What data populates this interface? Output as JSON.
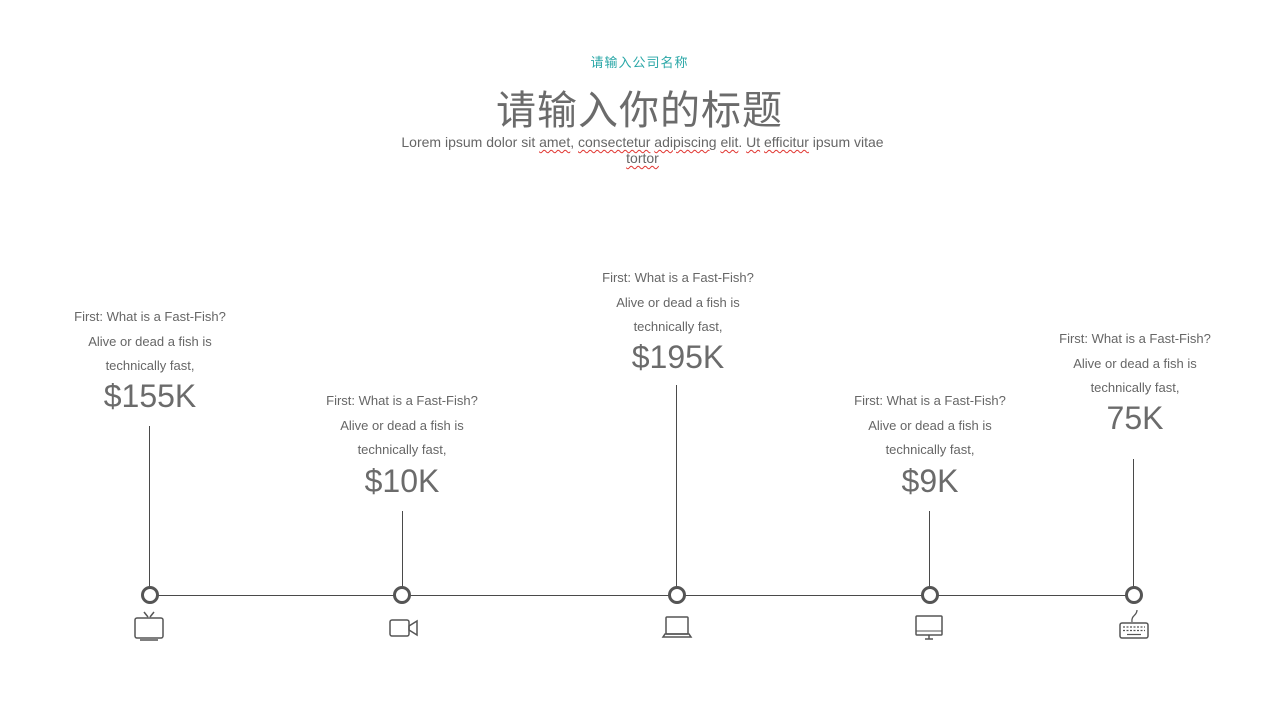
{
  "header": {
    "company": "请输入公司名称",
    "title": "请输入你的标题",
    "subtitle_parts": [
      {
        "text": "Lorem ipsum dolor sit ",
        "spell": false
      },
      {
        "text": "amet",
        "spell": true
      },
      {
        "text": ", ",
        "spell": false
      },
      {
        "text": "consectetur",
        "spell": true
      },
      {
        "text": " ",
        "spell": false
      },
      {
        "text": "adipiscing",
        "spell": true
      },
      {
        "text": " ",
        "spell": false
      },
      {
        "text": "elit",
        "spell": true
      },
      {
        "text": ". ",
        "spell": false
      },
      {
        "text": "Ut",
        "spell": true
      },
      {
        "text": " ",
        "spell": false
      },
      {
        "text": "efficitur",
        "spell": true
      },
      {
        "text": " ipsum vitae ",
        "spell": false
      },
      {
        "text": "tortor",
        "spell": true
      }
    ]
  },
  "colors": {
    "accent": "#2aa7a7",
    "text": "#666666",
    "line": "#4a4a4a"
  },
  "timeline": {
    "items": [
      {
        "line1": "First: What is a Fast-Fish?",
        "line2": "Alive or dead a fish is",
        "line3": "technically fast,",
        "value": "$155K",
        "icon": "tv-icon"
      },
      {
        "line1": "First: What is a Fast-Fish?",
        "line2": "Alive or dead a fish is",
        "line3": "technically fast,",
        "value": "$10K",
        "icon": "video-camera-icon"
      },
      {
        "line1": "First: What is a Fast-Fish?",
        "line2": "Alive or dead a fish is",
        "line3": "technically fast,",
        "value": "$195K",
        "icon": "laptop-icon"
      },
      {
        "line1": "First: What is a Fast-Fish?",
        "line2": "Alive or dead a fish is",
        "line3": "technically fast,",
        "value": "$9K",
        "icon": "monitor-icon"
      },
      {
        "line1": "First: What is a Fast-Fish?",
        "line2": "Alive or dead a fish is",
        "line3": "technically fast,",
        "value": "75K",
        "icon": "keyboard-icon"
      }
    ]
  }
}
